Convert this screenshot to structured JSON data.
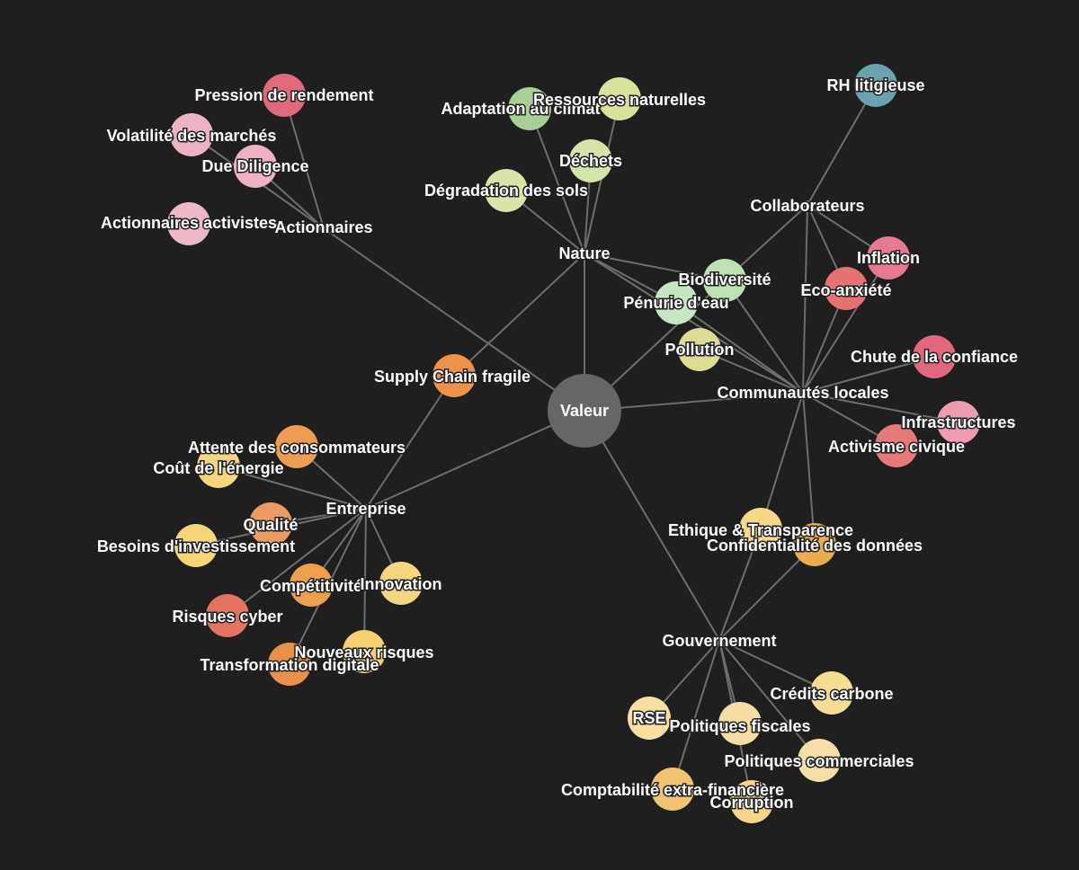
{
  "hubs": {
    "valeur": "Valeur",
    "nature": "Nature",
    "actionnaires": "Actionnaires",
    "collaborateurs": "Collaborateurs",
    "communautes": "Communautés locales",
    "entreprise": "Entreprise",
    "gouvernement": "Gouvernement",
    "supply_chain": "Supply Chain fragile"
  },
  "nodes": {
    "pression_rendement": "Pression de rendement",
    "volatilite": "Volatilité des marchés",
    "due_diligence": "Due Diligence",
    "actionnaires_activistes": "Actionnaires activistes",
    "adaptation_climat": "Adaptation au climat",
    "ressources_naturelles": "Ressources naturelles",
    "dechets": "Déchets",
    "degradation_sols": "Dégradation des sols",
    "rh_litigieuse": "RH litigieuse",
    "inflation": "Inflation",
    "eco_anxiete": "Eco-anxiété",
    "biodiversite": "Biodiversité",
    "penurie_eau": "Pénurie d'eau",
    "pollution": "Pollution",
    "chute_confiance": "Chute de la confiance",
    "infrastructures": "Infrastructures",
    "activisme_civique": "Activisme civique",
    "attente_consommateurs": "Attente des consommateurs",
    "cout_energie": "Coût de l'énergie",
    "qualite": "Qualité",
    "besoins_investissement": "Besoins d'investissement",
    "competitivite": "Compétitivité",
    "innovation": "Innovation",
    "risques_cyber": "Risques cyber",
    "nouveaux_risques": "Nouveaux risques",
    "transformation_digitale": "Transformation digitale",
    "ethique_transparence": "Ethique & Transparence",
    "confidentialite": "Confidentialité des données",
    "credits_carbone": "Crédits carbone",
    "rse": "RSE",
    "politiques_fiscales": "Politiques fiscales",
    "politiques_commerciales": "Politiques commerciales",
    "comptabilite": "Comptabilité extra-financière",
    "corruption": "Corruption"
  },
  "colors": {
    "center": "#666666",
    "hub_dot": "#7a7a7a",
    "edge": "#6e6e6e",
    "background": "#1f1f1f"
  }
}
